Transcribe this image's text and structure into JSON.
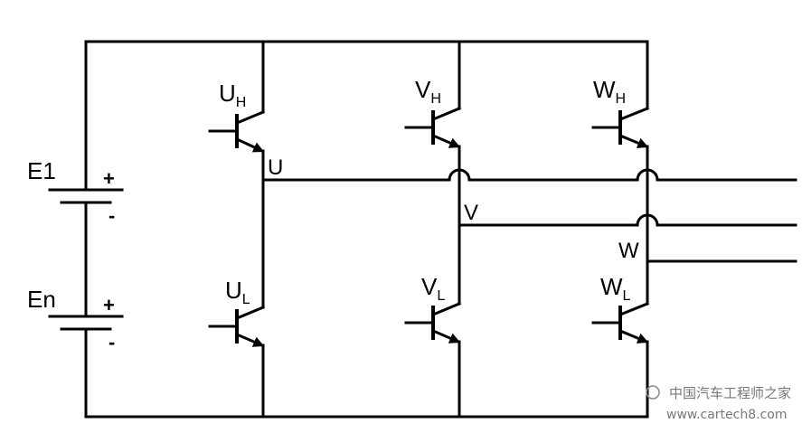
{
  "sources": {
    "top": "E1",
    "bottom": "En",
    "plus": "+",
    "minus": "-"
  },
  "switches": [
    {
      "base": "U",
      "sub": "H"
    },
    {
      "base": "V",
      "sub": "H"
    },
    {
      "base": "W",
      "sub": "H"
    },
    {
      "base": "U",
      "sub": "L"
    },
    {
      "base": "V",
      "sub": "L"
    },
    {
      "base": "W",
      "sub": "L"
    }
  ],
  "phases": {
    "u": "U",
    "v": "V",
    "w": "W"
  },
  "watermark": {
    "cn": "中国汽车工程师之家",
    "url": "www.cartech8.com"
  },
  "colors": {
    "ink": "#000000",
    "background": "#ffffff",
    "watermark": "#777777"
  }
}
